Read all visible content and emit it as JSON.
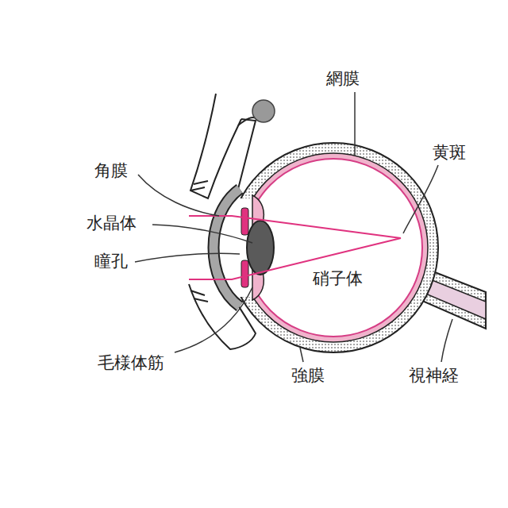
{
  "diagram": {
    "labels": [
      "網膜",
      "黄斑",
      "角膜",
      "水晶体",
      "瞳孔",
      "硝子体",
      "毛様体筋",
      "強膜",
      "視神経"
    ]
  }
}
